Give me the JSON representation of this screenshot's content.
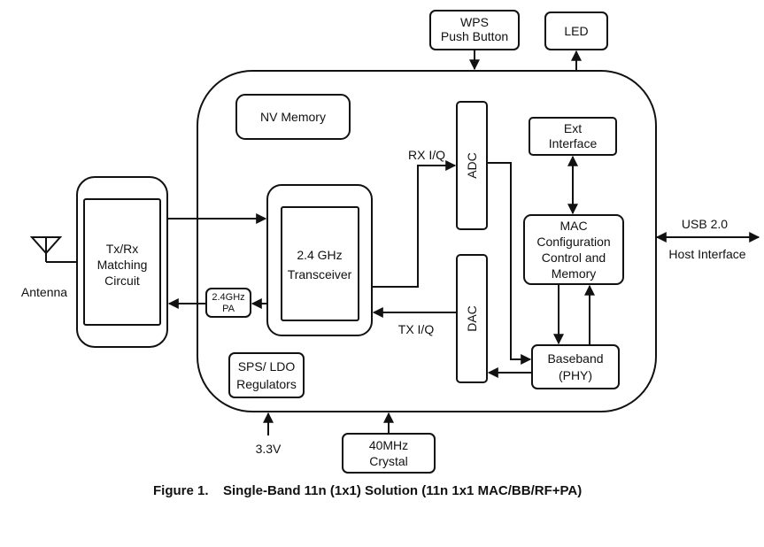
{
  "blocks": {
    "wps_line1": "WPS",
    "wps_line2": "Push Button",
    "led": "LED",
    "nv_memory": "NV Memory",
    "adc": "ADC",
    "dac": "DAC",
    "ext_line1": "Ext",
    "ext_line2": "Interface",
    "mac_line1": "MAC",
    "mac_line2": "Configuration",
    "mac_line3": "Control and",
    "mac_line4": "Memory",
    "txrx_line1": "Tx/Rx",
    "txrx_line2": "Matching",
    "txrx_line3": "Circuit",
    "transceiver_line1": "2.4 GHz",
    "transceiver_line2": "Transceiver",
    "pa_line1": "2.4GHz",
    "pa_line2": "PA",
    "baseband_line1": "Baseband",
    "baseband_line2": "(PHY)",
    "sps_line1": "SPS/ LDO",
    "sps_line2": "Regulators",
    "crystal_line1": "40MHz",
    "crystal_line2": "Crystal"
  },
  "labels": {
    "rx_iq": "RX I/Q",
    "tx_iq": "TX I/Q",
    "usb": "USB 2.0",
    "host": "Host Interface",
    "antenna": "Antenna",
    "v33": "3.3V"
  },
  "caption": {
    "number": "Figure 1.",
    "title": "Single-Band 11n (1x1) Solution (11n 1x1 MAC/BB/RF+PA)"
  }
}
